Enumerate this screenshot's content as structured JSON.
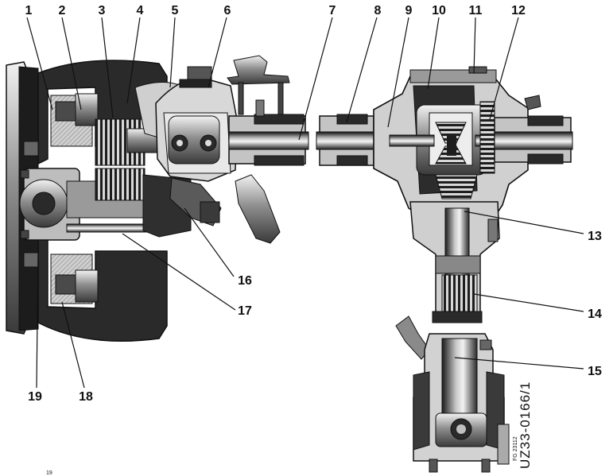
{
  "drawing_code": "UZ33-0166/1",
  "small_code": "FG 23112",
  "bottom_left_mark": "19",
  "callouts": [
    "1",
    "2",
    "3",
    "4",
    "5",
    "6",
    "7",
    "8",
    "9",
    "10",
    "11",
    "12",
    "13",
    "14",
    "15",
    "16",
    "17",
    "18",
    "19"
  ]
}
